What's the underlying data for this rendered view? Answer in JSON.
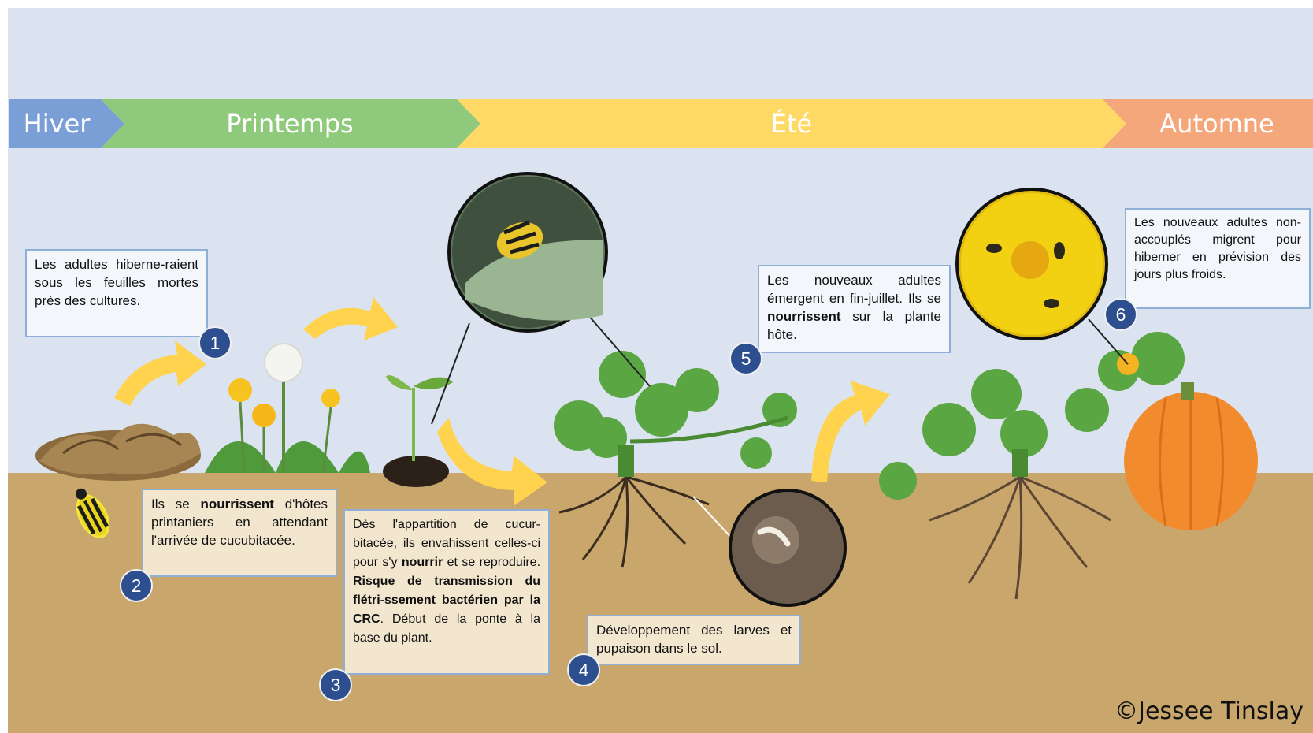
{
  "seasons": [
    "Hiver",
    "Printemps",
    "Été",
    "Automne"
  ],
  "steps": [
    {
      "number": "1",
      "text_before": "Les adultes hiberne-raient sous les feuilles mortes près des cultures.",
      "bold": "",
      "text_after": "",
      "bold2": "",
      "text_after2": ""
    },
    {
      "number": "2",
      "text_before": "Ils se ",
      "bold": "nourrissent",
      "text_after": " d'hôtes printaniers en attendant l'arrivée de cucubitacée.",
      "bold2": "",
      "text_after2": ""
    },
    {
      "number": "3",
      "text_before": "Dès l'appartition de cucur-bitacée, ils envahissent celles-ci pour s'y ",
      "bold": "nourrir",
      "text_after": " et se reproduire. ",
      "bold2": "Risque de transmission du flétri-ssement bactérien par la CRC",
      "text_after2": ". Début de la ponte à la base du plant."
    },
    {
      "number": "4",
      "text_before": "Développement des larves et pupaison dans le sol.",
      "bold": "",
      "text_after": "",
      "bold2": "",
      "text_after2": ""
    },
    {
      "number": "5",
      "text_before": "Les nouveaux adultes émergent en fin-juillet. Ils se ",
      "bold": "nourrissent",
      "text_after": " sur la plante hôte.",
      "bold2": "",
      "text_after2": ""
    },
    {
      "number": "6",
      "text_before": "Les nouveaux adultes non-accouplés migrent pour hiberner en prévision des jours plus froids.",
      "bold": "",
      "text_after": "",
      "bold2": "",
      "text_after2": ""
    }
  ],
  "credit": "©Jessee Tinslay",
  "colors": {
    "sky": "#dbe3f1",
    "soil": "#c9a66b",
    "hiver": "#7a9fd6",
    "printemps": "#8fca7c",
    "ete": "#ffd966",
    "automne": "#f3a77a",
    "number_badge": "#2e4f8f",
    "arrow": "#ffd34d",
    "pumpkin": "#f28a2e",
    "leaf": "#5aa642"
  },
  "icons": [
    "dead-leaves-icon",
    "beetle-icon",
    "dandelion-icon",
    "seedling-icon",
    "squash-plant-icon",
    "pumpkin-icon",
    "curved-arrow-icon",
    "beetle-magnifier-photo",
    "larva-magnifier-photo",
    "flower-beetles-magnifier-photo"
  ]
}
